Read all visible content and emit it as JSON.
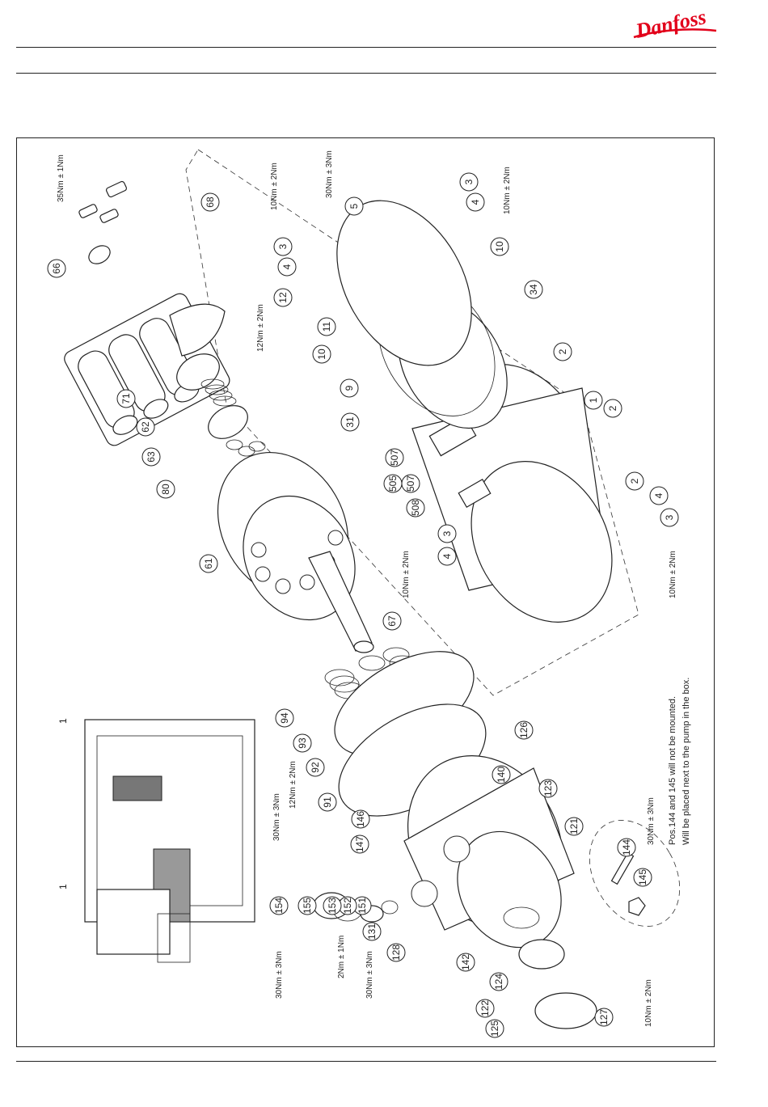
{
  "header": {
    "brand": "Danfoss"
  },
  "callouts": {
    "c1": "1",
    "c2a": "2",
    "c2b": "2",
    "c2c": "2",
    "c3a": "3",
    "c3b": "3",
    "c3c": "3",
    "c3d": "3",
    "c4a": "4",
    "c4b": "4",
    "c4c": "4",
    "c4d": "4",
    "c5": "5",
    "c9": "9",
    "c10a": "10",
    "c10b": "10",
    "c11": "11",
    "c12": "12",
    "c31": "31",
    "c34": "34",
    "c505": "505",
    "c507a": "507",
    "c507b": "507",
    "c508": "508",
    "c61": "61",
    "c62": "62",
    "c63": "63",
    "c66": "66",
    "c67": "67",
    "c68": "68",
    "c71": "71",
    "c80": "80",
    "c91": "91",
    "c92": "92",
    "c93": "93",
    "c94": "94",
    "c121": "121",
    "c122": "122",
    "c123": "123",
    "c124": "124",
    "c125": "125",
    "c126": "126",
    "c127": "127",
    "c128": "128",
    "c131": "131",
    "c140": "140",
    "c142": "142",
    "c144": "144",
    "c145": "145",
    "c146": "146",
    "c147": "147",
    "c151": "151",
    "c152": "152",
    "c153": "153",
    "c154": "154",
    "c155": "155",
    "cs1a": "1",
    "cs1b": "1"
  },
  "torques": {
    "t35": "35Nm ± 1Nm",
    "t10a": "10Nm ± 2Nm",
    "t30a": "30Nm ± 3Nm",
    "t10b": "10Nm ± 2Nm",
    "t12a": "12Nm ± 2Nm",
    "t10c": "10Nm ± 2Nm",
    "t10d": "10Nm ± 2Nm",
    "t30b": "30Nm ± 3Nm",
    "t12b": "12Nm ± 2Nm",
    "t30c": "30Nm ± 3Nm",
    "t30d": "30Nm ± 3Nm",
    "t2": "2Nm ± 1Nm",
    "t30e": "30Nm ± 3Nm",
    "t10e": "10Nm ± 2Nm"
  },
  "notes": {
    "line1": "Pos.144 and 145 will not be mounted.",
    "line2": "Will be placed next to the pump in the box."
  },
  "colors": {
    "brand": "#e2001a",
    "ink": "#222222"
  }
}
